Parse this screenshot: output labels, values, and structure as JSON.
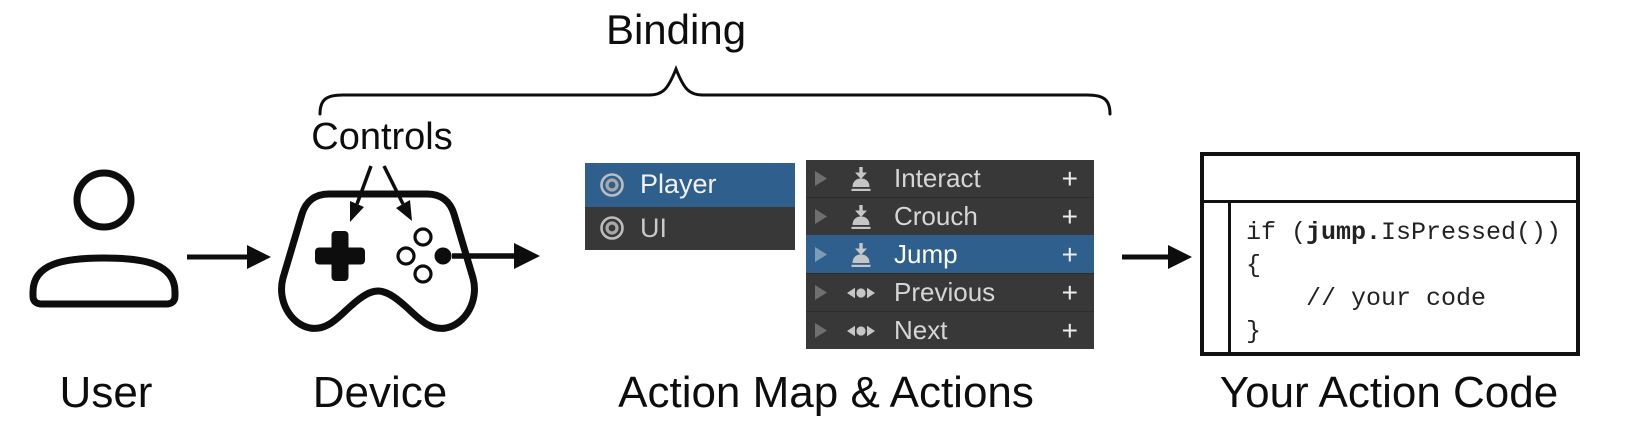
{
  "labels": {
    "binding": "Binding",
    "controls": "Controls",
    "user": "User",
    "device": "Device",
    "action_map": "Action Map & Actions",
    "action_code": "Your Action Code"
  },
  "action_map_panel": {
    "items": [
      {
        "label": "Player",
        "selected": true
      },
      {
        "label": "UI",
        "selected": false
      }
    ]
  },
  "actions_panel": {
    "add_label": "+",
    "items": [
      {
        "label": "Interact",
        "icon": "button-action-icon",
        "selected": false
      },
      {
        "label": "Crouch",
        "icon": "button-action-icon",
        "selected": false
      },
      {
        "label": "Jump",
        "icon": "button-action-icon",
        "selected": true
      },
      {
        "label": "Previous",
        "icon": "axis-action-icon",
        "selected": false
      },
      {
        "label": "Next",
        "icon": "axis-action-icon",
        "selected": false
      }
    ]
  },
  "code_window": {
    "line1": {
      "pre": "if (",
      "bold": "jump.",
      "post": "IsPressed())"
    },
    "line2": "{",
    "line3": "    // your code",
    "line4": "}"
  },
  "colors": {
    "selection_blue": "#2F5F8C",
    "panel_dark": "#383838",
    "icon_gray": "#C6C6C6"
  }
}
